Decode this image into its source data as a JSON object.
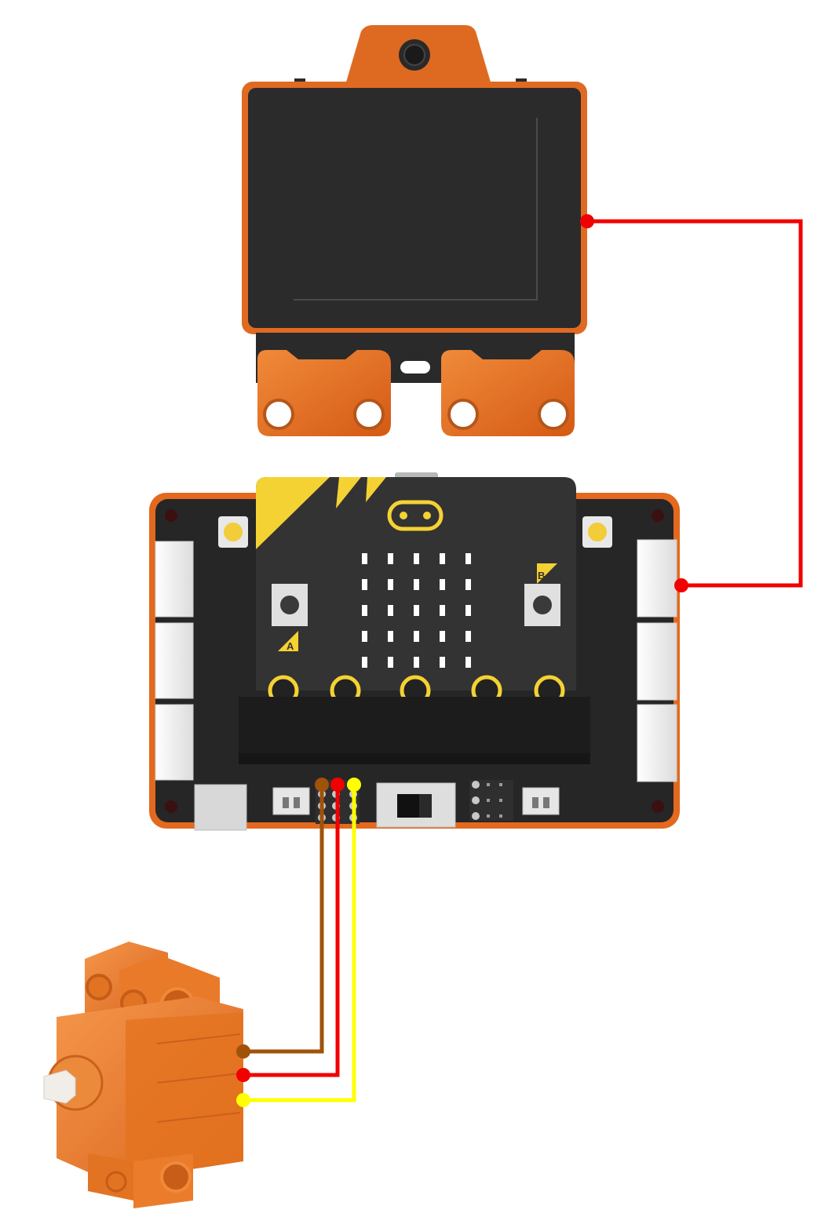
{
  "diagram": {
    "components": [
      {
        "id": "battery-box",
        "kind": "battery-pack"
      },
      {
        "id": "expansion-board",
        "kind": "microbit-expansion-board"
      },
      {
        "id": "servo",
        "kind": "servo-motor"
      }
    ],
    "microbit": {
      "button_a_label": "A",
      "button_b_label": "B",
      "led_matrix": {
        "rows": 5,
        "cols": 5
      }
    },
    "wires": [
      {
        "from": "battery-box",
        "to": "expansion-board",
        "color": "#f20000"
      },
      {
        "from": "expansion-board",
        "to": "servo",
        "color": "#a0520a"
      },
      {
        "from": "expansion-board",
        "to": "servo",
        "color": "#f20000"
      },
      {
        "from": "expansion-board",
        "to": "servo",
        "color": "#ffff00"
      }
    ],
    "colors": {
      "orange": "#e2691e",
      "board_black": "#2b2b2b",
      "accent_yellow": "#f5d233",
      "wire_red": "#f20000",
      "wire_brown": "#a0520a",
      "wire_yellow": "#ffff00"
    }
  }
}
